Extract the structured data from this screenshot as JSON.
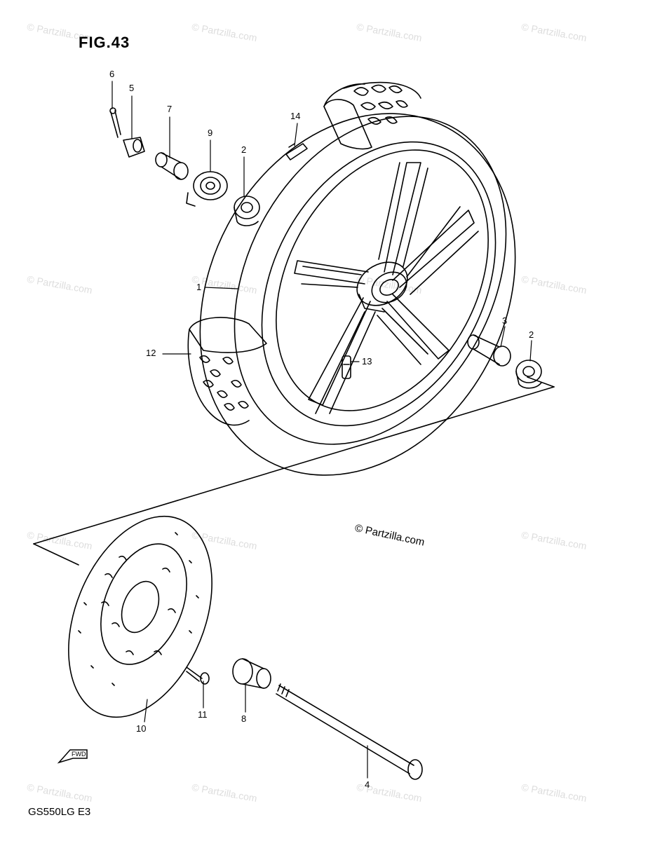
{
  "figure": {
    "title": "FIG.43",
    "model_code": "GS550LG  E3",
    "copyright": "© Partzilla.com",
    "fwd_label": "FWD",
    "watermark_text": "© Partzilla.com"
  },
  "callouts": [
    "6",
    "5",
    "7",
    "9",
    "2",
    "14",
    "1",
    "12",
    "13",
    "3",
    "2",
    "10",
    "11",
    "8",
    "4"
  ],
  "colors": {
    "line": "#000000",
    "watermark": "#dddddd",
    "background": "#ffffff"
  }
}
